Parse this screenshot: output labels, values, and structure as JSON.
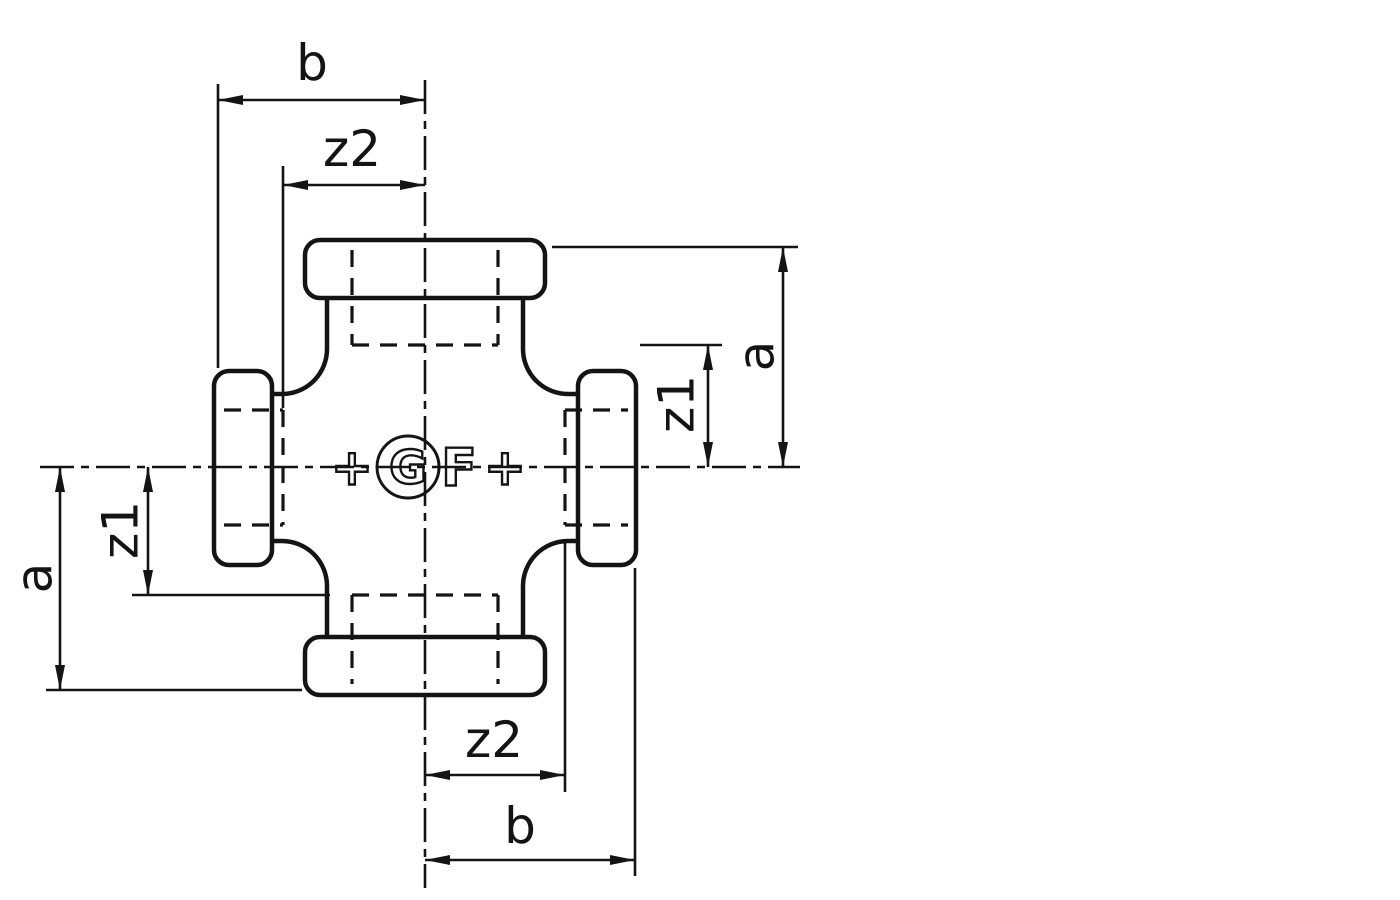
{
  "drawing": {
    "type": "technical-drawing",
    "subject": "threaded-cross-pipe-fitting",
    "colors": {
      "line": "#141414",
      "background": "#ffffff"
    },
    "labels": {
      "b_top": "b",
      "z2_top": "z2",
      "a_right": "a",
      "z1_right": "z1",
      "a_left": "a",
      "z1_left": "z1",
      "z2_bottom": "z2",
      "b_bottom": "b"
    },
    "logo": {
      "plus_left": "+",
      "letter_g": "G",
      "letter_f": "F",
      "plus_right": "+"
    }
  }
}
